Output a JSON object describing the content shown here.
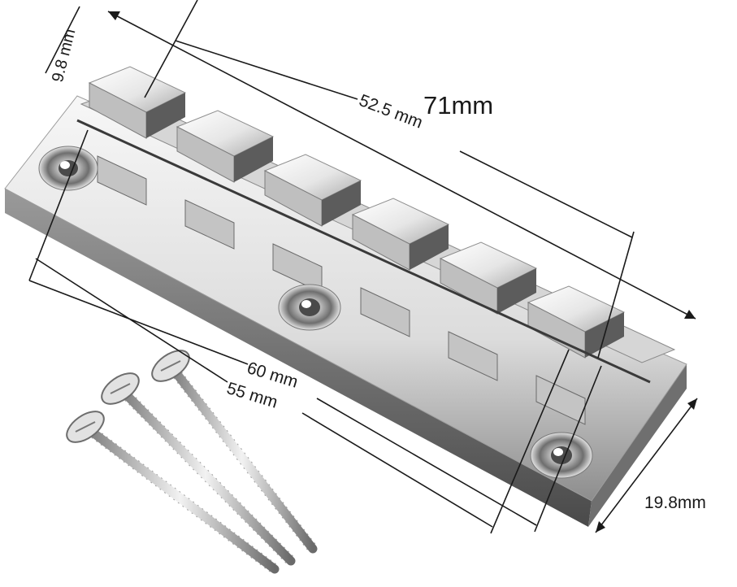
{
  "dimensions": {
    "overall_length": "71mm",
    "string_spacing": "52.5 mm",
    "saddle_width": "9.8 mm",
    "mount_spacing_outer": "60 mm",
    "mount_spacing_inner": "55 mm",
    "plate_width": "19.8mm"
  },
  "colors": {
    "chrome_light": "#f4f4f4",
    "chrome_mid": "#c8c8c8",
    "chrome_dark": "#5a5a5a",
    "line": "#1a1a1a"
  }
}
